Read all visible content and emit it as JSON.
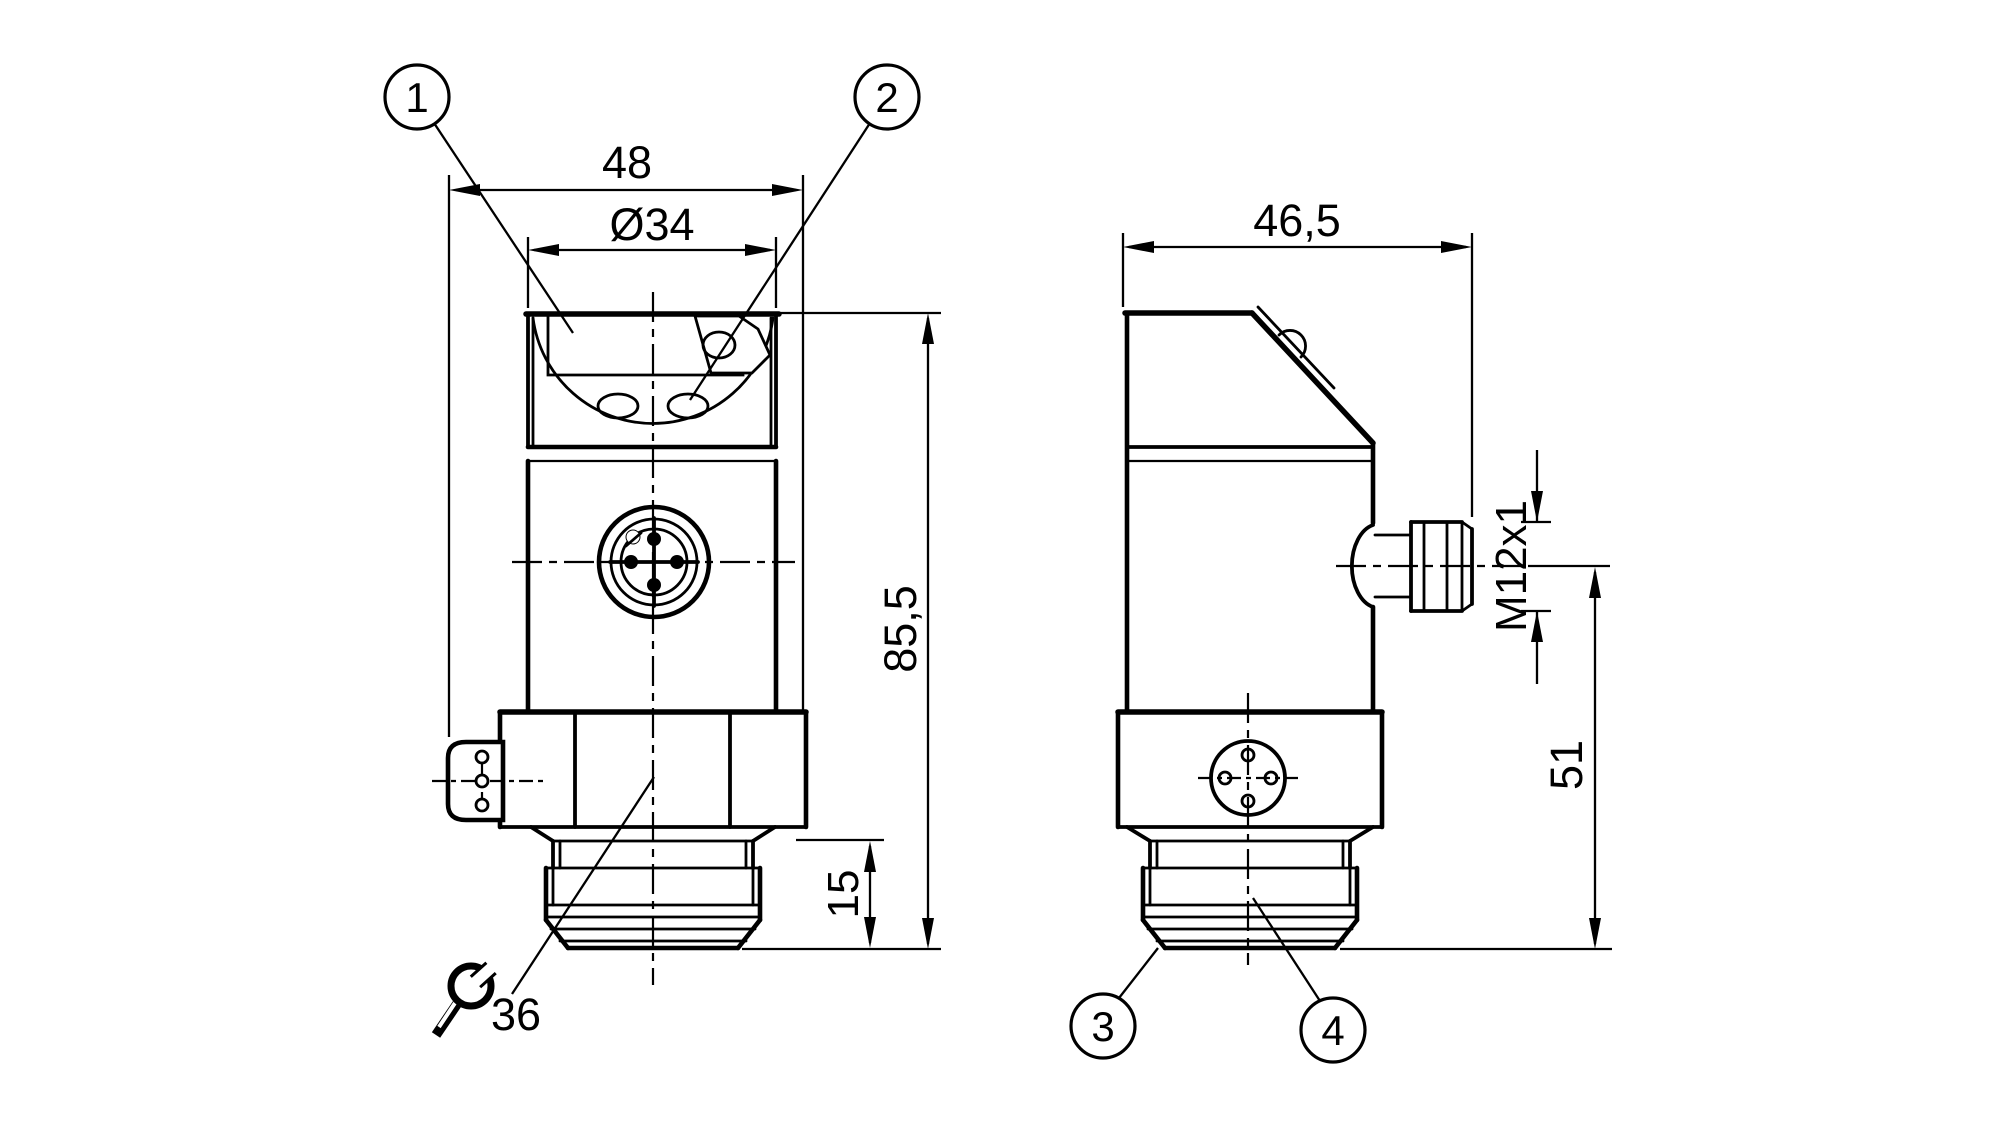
{
  "drawing": {
    "type": "technical-dimension-drawing",
    "views": [
      "front-view",
      "side-view"
    ],
    "colors": {
      "line": "#000000",
      "background": "#ffffff"
    },
    "icons": [
      "wrench-icon"
    ]
  },
  "dimensions": {
    "front_width": "48",
    "head_diameter": "Ø34",
    "depth": "46,5",
    "height": "85,5",
    "thread_length": "15",
    "connector_height": "51",
    "connector_thread": "M12x1",
    "wrench_size": "36"
  },
  "callouts": {
    "c1": "1",
    "c2": "2",
    "c3": "3",
    "c4": "4"
  }
}
